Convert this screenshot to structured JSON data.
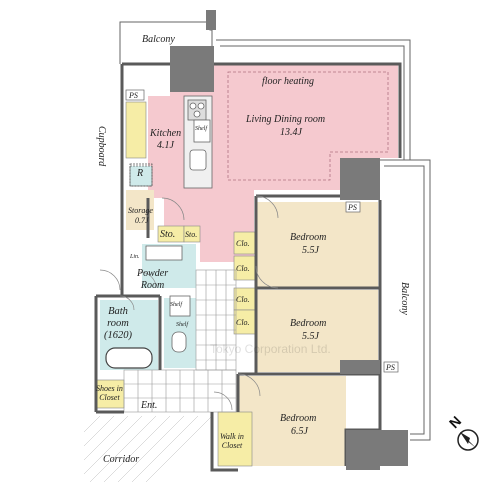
{
  "labels": {
    "balcony_top": "Balcony",
    "floor_heating": "floor heating",
    "living_dining": "Living Dining room",
    "living_dining_size": "13.4J",
    "kitchen": "Kitchen",
    "kitchen_size": "4.1J",
    "cupboard": "Cupboard",
    "ps_top": "PS",
    "refrigerator": "R",
    "shelf": "Shelf",
    "storage": "Storage",
    "storage_size": "0.7J",
    "sto1": "Sto.",
    "sto2": "Sto.",
    "powder_room": "Powder\nRoom",
    "lin": "Lin.",
    "bathroom": "Bath\nroom\n(1620)",
    "shelf2": "Shelf",
    "shelf3": "Shelf",
    "shoes_closet": "Shoes in\nCloset",
    "entrance": "Ent.",
    "corridor": "Corridor",
    "bedroom1": "Bedroom",
    "bedroom1_size": "5.5J",
    "bedroom2": "Bedroom",
    "bedroom2_size": "5.5J",
    "bedroom3": "Bedroom",
    "bedroom3_size": "6.5J",
    "clo1": "Clo.",
    "clo2": "Clo.",
    "clo3": "Clo.",
    "clo4": "Clo.",
    "walk_in_closet": "Walk in\nCloset",
    "ps_mid": "PS",
    "ps_right": "PS",
    "balcony_right": "Balcony",
    "north": "N",
    "watermark": "Tokyo Corporation Ltd."
  },
  "colors": {
    "ldk": "#f5c9cf",
    "bedroom": "#f3e6c8",
    "wet": "#cfeaea",
    "closet": "#f6eda6",
    "wall": "#5a5a5a",
    "column": "#7a7a7a"
  }
}
